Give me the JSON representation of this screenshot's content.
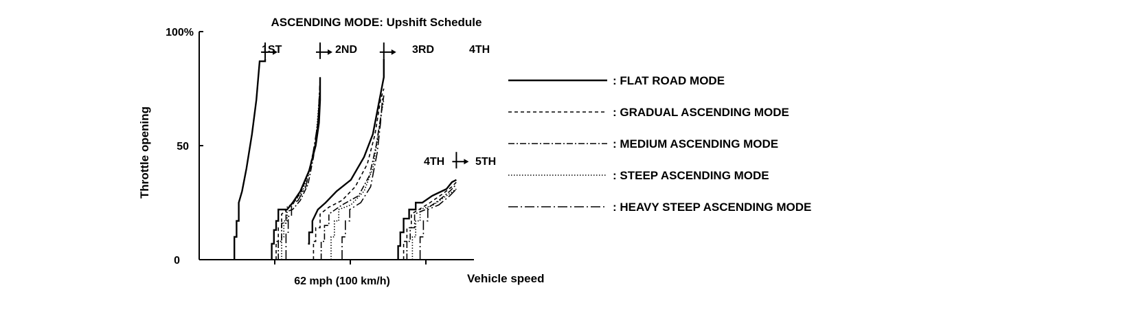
{
  "chart_data": {
    "type": "line",
    "title": "ASCENDING MODE: Upshift Schedule",
    "xlabel": "Vehicle speed",
    "ylabel": "Throttle opening",
    "x_tick_label": "62 mph (100 km/h)",
    "ylim": [
      0,
      100
    ],
    "y_ticks": [
      "100%",
      "50",
      "0"
    ],
    "grid": false,
    "legend_position": "right",
    "shift_labels": {
      "first_second": [
        "1ST",
        "2ND"
      ],
      "second_third": [
        "2ND",
        "3RD"
      ],
      "third_fourth": [
        "3RD",
        "4TH"
      ],
      "fourth_fifth": [
        "4TH",
        "5TH"
      ]
    },
    "series": [
      {
        "name": ": FLAT ROAD MODE",
        "style": "solid",
        "curves": {
          "1-2": [
            [
              32,
              0
            ],
            [
              32,
              10
            ],
            [
              34,
              10
            ],
            [
              34,
              17
            ],
            [
              36,
              17
            ],
            [
              36,
              25
            ],
            [
              39,
              30
            ],
            [
              43,
              40
            ],
            [
              48,
              55
            ],
            [
              52,
              70
            ],
            [
              55,
              87
            ],
            [
              60,
              87
            ],
            [
              60,
              88
            ]
          ],
          "2-3": [
            [
              66,
              0
            ],
            [
              66,
              7
            ],
            [
              68,
              7
            ],
            [
              68,
              13
            ],
            [
              70,
              13
            ],
            [
              70,
              17
            ],
            [
              72,
              17
            ],
            [
              72,
              22
            ],
            [
              80,
              22
            ],
            [
              85,
              25
            ],
            [
              92,
              30
            ],
            [
              100,
              39
            ],
            [
              106,
              50
            ],
            [
              109,
              60
            ],
            [
              110,
              70
            ],
            [
              110,
              80
            ]
          ],
          "3-4": [
            [
              99,
              7
            ],
            [
              100,
              7
            ],
            [
              100,
              12
            ],
            [
              103,
              12
            ],
            [
              103,
              17
            ],
            [
              108,
              22
            ],
            [
              115,
              25
            ],
            [
              125,
              30
            ],
            [
              138,
              35
            ],
            [
              150,
              45
            ],
            [
              158,
              55
            ],
            [
              164,
              70
            ],
            [
              168,
              80
            ],
            [
              168,
              88
            ]
          ],
          "4-5": [
            [
              181,
              0
            ],
            [
              181,
              6
            ],
            [
              183,
              6
            ],
            [
              183,
              12
            ],
            [
              186,
              12
            ],
            [
              186,
              18
            ],
            [
              191,
              18
            ],
            [
              191,
              22
            ],
            [
              197,
              22
            ],
            [
              197,
              25
            ],
            [
              203,
              25
            ],
            [
              212,
              28
            ],
            [
              225,
              31
            ],
            [
              230,
              34
            ],
            [
              234,
              35
            ]
          ]
        }
      },
      {
        "name": ": GRADUAL ASCENDING MODE",
        "style": "dashed",
        "curves": {
          "2-3": [
            [
              70,
              0
            ],
            [
              70,
              8
            ],
            [
              72,
              8
            ],
            [
              72,
              14
            ],
            [
              75,
              14
            ],
            [
              75,
              20
            ],
            [
              80,
              22
            ],
            [
              86,
              25
            ],
            [
              93,
              30
            ],
            [
              100,
              39
            ],
            [
              106,
              52
            ],
            [
              109,
              65
            ],
            [
              110,
              80
            ]
          ],
          "3-4": [
            [
              104,
              0
            ],
            [
              104,
              8
            ],
            [
              106,
              8
            ],
            [
              106,
              14
            ],
            [
              110,
              14
            ],
            [
              110,
              20
            ],
            [
              118,
              23
            ],
            [
              130,
              26
            ],
            [
              142,
              32
            ],
            [
              153,
              42
            ],
            [
              160,
              55
            ],
            [
              165,
              70
            ],
            [
              168,
              75
            ]
          ],
          "4-5": [
            [
              186,
              0
            ],
            [
              186,
              8
            ],
            [
              189,
              8
            ],
            [
              189,
              14
            ],
            [
              193,
              14
            ],
            [
              193,
              20
            ],
            [
              200,
              22
            ],
            [
              210,
              25
            ],
            [
              222,
              29
            ],
            [
              230,
              32
            ],
            [
              234,
              34
            ]
          ]
        }
      },
      {
        "name": ": MEDIUM ASCENDING MODE",
        "style": "dashdot",
        "curves": {
          "2-3": [
            [
              72,
              0
            ],
            [
              72,
              8
            ],
            [
              75,
              8
            ],
            [
              75,
              16
            ],
            [
              79,
              16
            ],
            [
              79,
              21
            ],
            [
              85,
              22
            ],
            [
              92,
              26
            ],
            [
              99,
              33
            ],
            [
              104,
              45
            ],
            [
              108,
              60
            ],
            [
              110,
              78
            ]
          ],
          "3-4": [
            [
              111,
              0
            ],
            [
              111,
              8
            ],
            [
              114,
              8
            ],
            [
              114,
              15
            ],
            [
              118,
              15
            ],
            [
              118,
              20
            ],
            [
              130,
              24
            ],
            [
              145,
              28
            ],
            [
              155,
              37
            ],
            [
              161,
              50
            ],
            [
              165,
              62
            ],
            [
              168,
              72
            ]
          ],
          "4-5": [
            [
              189,
              0
            ],
            [
              189,
              8
            ],
            [
              192,
              8
            ],
            [
              192,
              14
            ],
            [
              196,
              14
            ],
            [
              196,
              20
            ],
            [
              206,
              22
            ],
            [
              218,
              26
            ],
            [
              228,
              30
            ],
            [
              234,
              33
            ]
          ]
        }
      },
      {
        "name": ": STEEP ASCENDING MODE",
        "style": "dotted",
        "curves": {
          "2-3": [
            [
              75,
              0
            ],
            [
              75,
              10
            ],
            [
              77,
              10
            ],
            [
              77,
              17
            ],
            [
              80,
              17
            ],
            [
              80,
              23
            ],
            [
              86,
              25
            ],
            [
              94,
              30
            ],
            [
              101,
              40
            ],
            [
              106,
              52
            ],
            [
              110,
              75
            ]
          ],
          "3-4": [
            [
              120,
              0
            ],
            [
              120,
              10
            ],
            [
              123,
              10
            ],
            [
              123,
              17
            ],
            [
              127,
              17
            ],
            [
              127,
              22
            ],
            [
              138,
              24
            ],
            [
              150,
              30
            ],
            [
              158,
              40
            ],
            [
              163,
              55
            ],
            [
              166,
              65
            ],
            [
              168,
              70
            ]
          ],
          "4-5": [
            [
              194,
              0
            ],
            [
              194,
              10
            ],
            [
              197,
              10
            ],
            [
              197,
              17
            ],
            [
              201,
              17
            ],
            [
              201,
              22
            ],
            [
              213,
              24
            ],
            [
              225,
              28
            ],
            [
              234,
              31
            ]
          ]
        }
      },
      {
        "name": ": HEAVY STEEP ASCENDING MODE",
        "style": "longdashdot",
        "curves": {
          "2-3": [
            [
              79,
              0
            ],
            [
              79,
              12
            ],
            [
              81,
              12
            ],
            [
              81,
              19
            ],
            [
              84,
              19
            ],
            [
              84,
              24
            ],
            [
              90,
              26
            ],
            [
              97,
              32
            ],
            [
              103,
              45
            ],
            [
              108,
              60
            ],
            [
              110,
              78
            ]
          ],
          "3-4": [
            [
              130,
              0
            ],
            [
              130,
              10
            ],
            [
              133,
              10
            ],
            [
              133,
              17
            ],
            [
              137,
              17
            ],
            [
              137,
              22
            ],
            [
              147,
              25
            ],
            [
              156,
              32
            ],
            [
              162,
              47
            ],
            [
              165,
              60
            ],
            [
              167,
              72
            ]
          ],
          "4-5": [
            [
              201,
              0
            ],
            [
              201,
              10
            ],
            [
              204,
              10
            ],
            [
              204,
              17
            ],
            [
              208,
              17
            ],
            [
              208,
              22
            ],
            [
              218,
              24
            ],
            [
              228,
              28
            ],
            [
              234,
              31
            ]
          ]
        }
      }
    ],
    "shift_arrow_points": [
      [
        60,
        88
      ],
      [
        110,
        88
      ],
      [
        168,
        88
      ],
      [
        234,
        40
      ]
    ]
  }
}
